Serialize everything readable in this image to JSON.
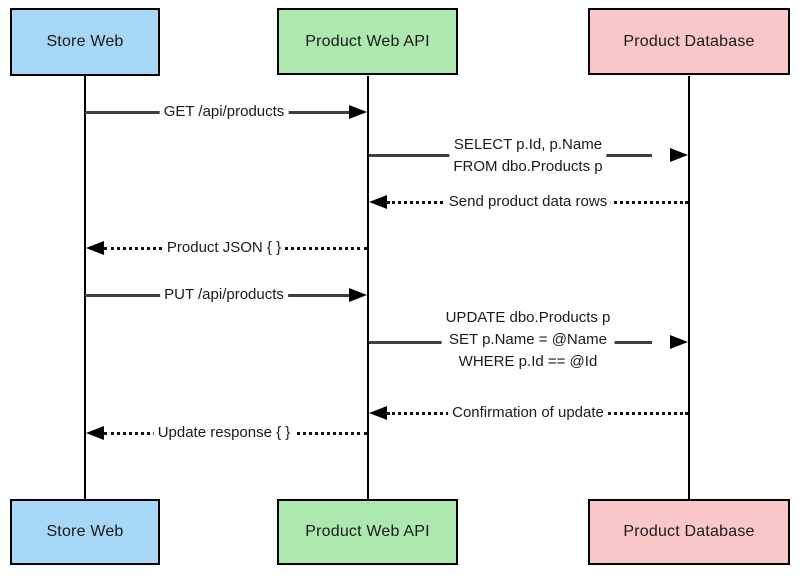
{
  "actors": [
    {
      "label": "Store Web",
      "fill": "#A6D7F7"
    },
    {
      "label": "Product Web API",
      "fill": "#ADE8AF"
    },
    {
      "label": "Product Database",
      "fill": "#F9C7C7"
    }
  ],
  "messages": [
    {
      "lines": [
        "GET /api/products"
      ],
      "from": "Store Web",
      "to": "Product Web API",
      "style": "solid"
    },
    {
      "lines": [
        "SELECT p.Id, p.Name",
        "FROM dbo.Products p"
      ],
      "from": "Product Web API",
      "to": "Product Database",
      "style": "solid"
    },
    {
      "lines": [
        "Send product data rows"
      ],
      "from": "Product Database",
      "to": "Product Web API",
      "style": "dotted"
    },
    {
      "lines": [
        "Product JSON { }"
      ],
      "from": "Product Web API",
      "to": "Store Web",
      "style": "dotted"
    },
    {
      "lines": [
        "PUT /api/products"
      ],
      "from": "Store Web",
      "to": "Product Web API",
      "style": "solid"
    },
    {
      "lines": [
        "UPDATE dbo.Products p",
        "SET p.Name = @Name",
        "WHERE p.Id == @Id"
      ],
      "from": "Product Web API",
      "to": "Product Database",
      "style": "solid"
    },
    {
      "lines": [
        "Confirmation of update"
      ],
      "from": "Product Database",
      "to": "Product Web API",
      "style": "dotted"
    },
    {
      "lines": [
        "Update response { }"
      ],
      "from": "Product Web API",
      "to": "Store Web",
      "style": "dotted"
    }
  ]
}
